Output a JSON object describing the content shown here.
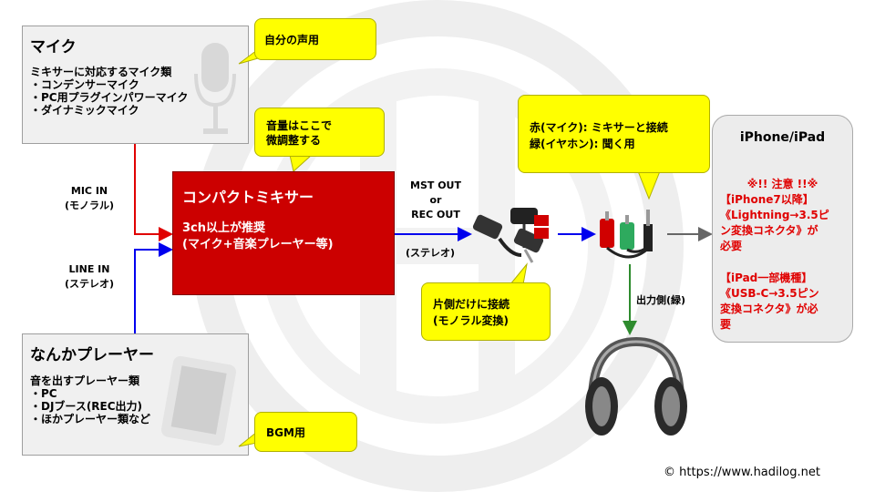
{
  "mic_box": {
    "title": "マイク",
    "lines": [
      "ミキサーに対応するマイク類",
      "・コンデンサーマイク",
      "・PC用プラグインパワーマイク",
      "・ダイナミックマイク"
    ]
  },
  "mic_callout": "自分の声用",
  "mixer_callout": [
    "音量はここで",
    "微調整する"
  ],
  "mixer": {
    "title": "コンパクトミキサー",
    "line1": "3ch以上が推奨",
    "line2": "(マイク+音楽プレーヤー等)"
  },
  "mic_in": {
    "label": "MIC IN",
    "sub": "(モノラル)"
  },
  "line_in": {
    "label": "LINE IN",
    "sub": "(ステレオ)"
  },
  "mst_out": {
    "line1": "MST OUT",
    "line2": "or",
    "line3": "REC OUT",
    "sub": "(ステレオ)"
  },
  "splitter_callout": [
    "片側だけに接続",
    "(モノラル変換)"
  ],
  "adapter_callout": [
    "赤(マイク): ミキサーと接続",
    "緑(イヤホン): 聞く用"
  ],
  "output_label": "出力側(緑)",
  "iphone": {
    "title": "iPhone/iPad",
    "warn": "※!! 注意 !!※",
    "lines1": [
      "【iPhone7以降】",
      "《Lightning→3.5ピ",
      "ン変換コネクタ》が",
      "必要"
    ],
    "lines2": [
      "【iPad一部機種】",
      "《USB-C→3.5ピン",
      "変換コネクタ》が必",
      "要"
    ]
  },
  "player_box": {
    "title": "なんかプレーヤー",
    "lines": [
      "音を出すプレーヤー類",
      "・PC",
      "・DJブース(REC出力)",
      "・ほかプレーヤー類など"
    ]
  },
  "bgm_callout": "BGM用",
  "copyright": "© https://www.hadilog.net",
  "colors": {
    "mixer_red": "#cc0000",
    "callout_yellow": "#ffff00",
    "mic_line": "#e00000",
    "line_blue": "#0000ee",
    "out_green": "#2e8b2e",
    "out_grey": "#666666"
  }
}
